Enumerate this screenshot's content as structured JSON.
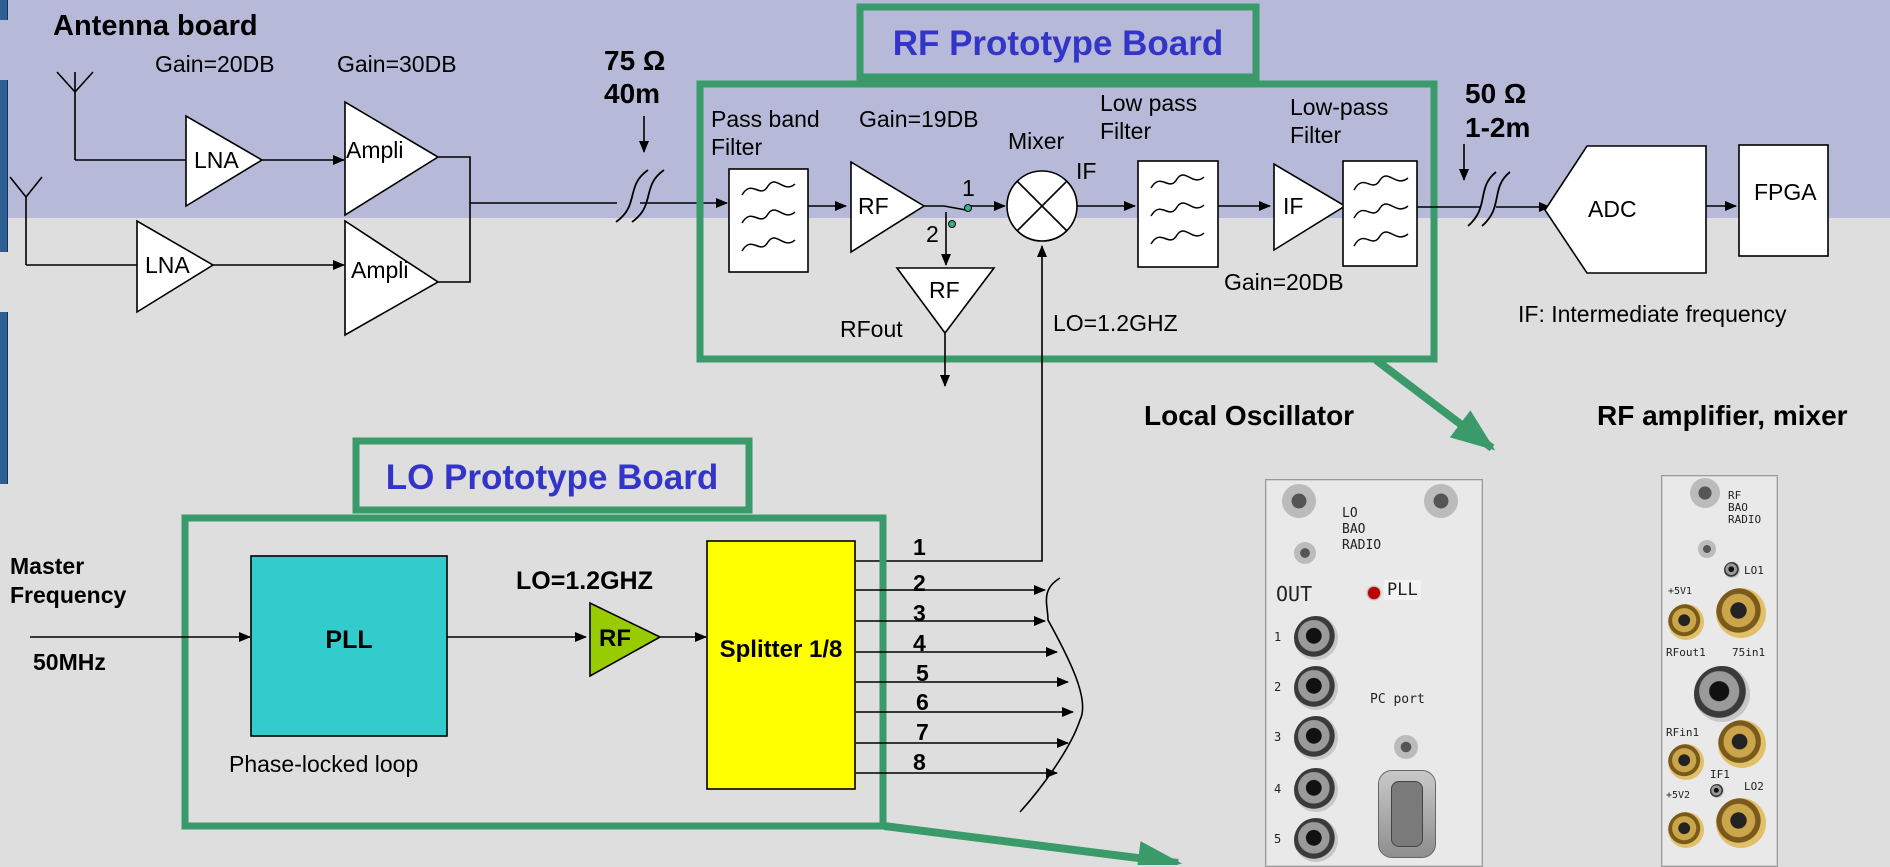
{
  "colors": {
    "band": "#b7b9d8",
    "background": "#dedede",
    "board_outline": "#3a9a6a",
    "board_title": "#3335c8",
    "pll_fill": "#33cccc",
    "lo_rf_fill": "#99cc00",
    "splitter_fill": "#ffff00"
  },
  "antenna": {
    "title": "Antenna board",
    "gain_lna": "Gain=20DB",
    "gain_ampli": "Gain=30DB",
    "lna": "LNA",
    "ampli": "Ampli"
  },
  "cable1": {
    "impedance": "75 Ω",
    "length": "40m"
  },
  "rf_board": {
    "title": "RF Prototype Board",
    "passband": [
      "Pass band",
      "Filter"
    ],
    "gain_rf": "Gain=19DB",
    "rf": "RF",
    "mixer": "Mixer",
    "if_label": "IF",
    "lowpass": [
      "Low pass",
      "Filter"
    ],
    "lowpass2": [
      "Low-pass",
      "Filter"
    ],
    "if_amp": "IF",
    "gain_if": "Gain=20DB",
    "port1": "1",
    "port2": "2",
    "rf_out_amp": "RF",
    "rfout": "RFout",
    "lo": "LO=1.2GHZ"
  },
  "cable2": {
    "impedance": "50 Ω",
    "length": "1-2m"
  },
  "adc": "ADC",
  "fpga": "FPGA",
  "if_note": "IF: Intermediate frequency",
  "lo_board": {
    "title": "LO Prototype Board",
    "master": [
      "Master",
      "Frequency"
    ],
    "freq": "50MHz",
    "pll": "PLL",
    "pll_caption": "Phase-locked loop",
    "lo": "LO=1.2GHZ",
    "rf": "RF",
    "splitter": "Splitter 1/8",
    "outputs": [
      "1",
      "2",
      "3",
      "4",
      "5",
      "6",
      "7",
      "8"
    ]
  },
  "photos": {
    "local_oscillator": {
      "caption": "Local Oscillator",
      "label": [
        "LO",
        "BAO",
        "RADIO"
      ],
      "out": "OUT",
      "pll": "PLL",
      "pc_port": "PC port",
      "ports": [
        "1",
        "2",
        "3",
        "4",
        "5"
      ]
    },
    "rf_amp": {
      "caption": "RF amplifier, mixer",
      "label": [
        "RF",
        "BAO",
        "RADIO"
      ],
      "lo1": "LO1",
      "v1": "+5V1",
      "rfout1": "RFout1",
      "in75": "75in1",
      "rfin1": "RFin1",
      "if1": "IF1",
      "lo2": "LO2",
      "v2": "+5V2"
    }
  }
}
